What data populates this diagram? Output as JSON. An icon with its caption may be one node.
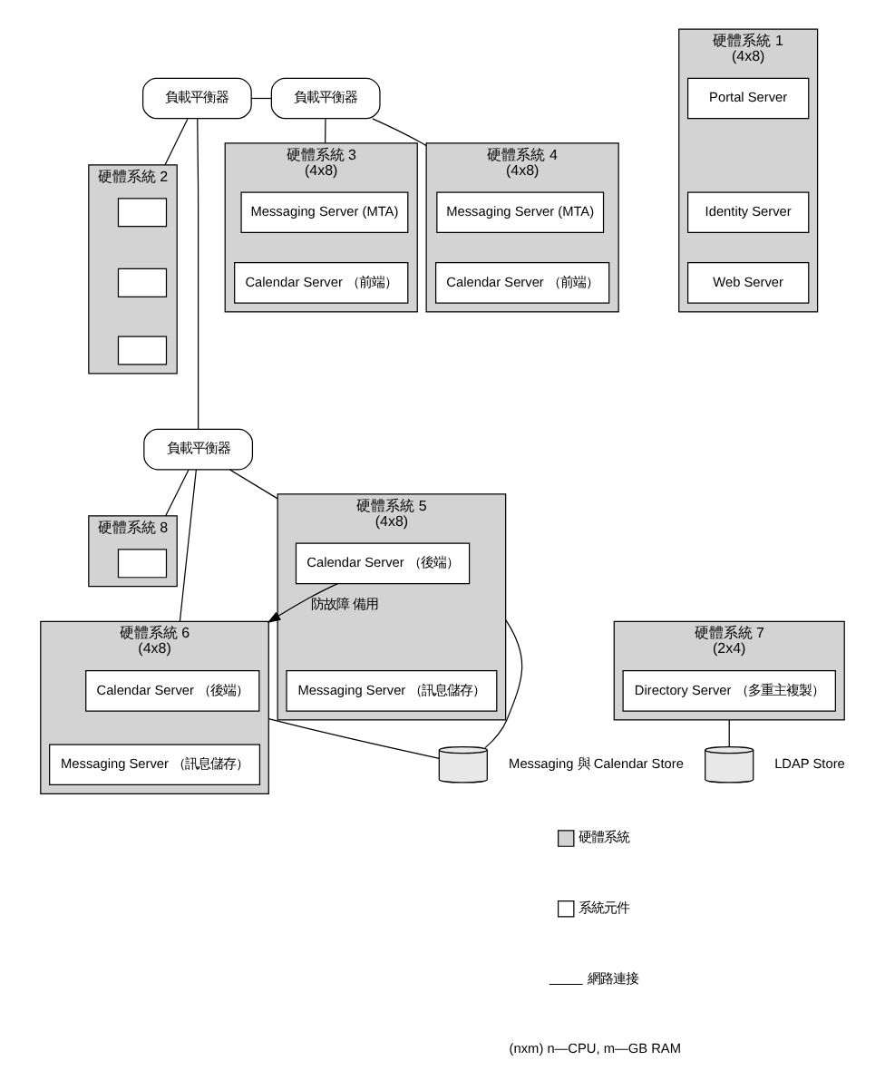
{
  "diagram": {
    "nodes": [
      {
        "text": [
          "負載平衡器"
        ]
      },
      {
        "text": [
          "負載平衡器"
        ]
      },
      {
        "text": [
          "硬體系統 2"
        ]
      },
      {
        "text": [],
        "shape": "box",
        "in": 2
      },
      {
        "text": [],
        "shape": "box",
        "in": 2
      },
      {
        "text": [],
        "shape": "box",
        "in": 2
      },
      {
        "text": [
          "硬體系統 1",
          "(4x8)"
        ]
      },
      {
        "text": [
          "Portal Server"
        ],
        "in": 6
      },
      {
        "text": [
          "Identity Server"
        ],
        "in": 6
      },
      {
        "text": [
          "Web Server"
        ],
        "in": 6
      },
      {
        "text": [
          "硬體系統 3",
          "(4x8)"
        ]
      },
      {
        "text": [
          "Messaging Server (MTA)"
        ],
        "in": 10
      },
      {
        "text": [
          "Calendar Server （前端）"
        ],
        "in": 10
      },
      {
        "text": [
          "硬體系統 4",
          "(4x8)"
        ]
      },
      {
        "text": [
          "Messaging Server (MTA)"
        ],
        "in": 13
      },
      {
        "text": [
          "Calendar Server （前端）"
        ],
        "in": 13
      },
      {
        "text": [
          "負載平衡器"
        ]
      },
      {
        "text": [
          "硬體系統 8"
        ]
      },
      {
        "text": [],
        "shape": "box",
        "in": 17
      },
      {
        "text": [
          "硬體系統 7",
          "(2x4)"
        ]
      },
      {
        "text": [
          "Directory Server （多重主複製）"
        ],
        "in": 19
      },
      {
        "text": [
          "硬體系統 5",
          "(4x8)"
        ]
      },
      {
        "text": [
          "Calendar Server （後端）"
        ],
        "in": 21
      },
      {
        "text": [
          "Messaging Server （訊息儲存）"
        ],
        "in": 21
      },
      {
        "text": [
          "硬體系統 6",
          "(4x8)"
        ]
      },
      {
        "text": [
          "Calendar Server （後端）"
        ],
        "in": 24
      },
      {
        "text": [
          "Messaging Server （訊息儲存）"
        ],
        "in": 24
      },
      {
        "text": [],
        "shape": "cylinder",
        "beside": [
          "LDAP Store"
        ]
      },
      {
        "text": [],
        "shape": "cylinder",
        "beside": [
          "Messaging 與 Calendar Store"
        ]
      }
    ],
    "edges": [
      {
        "from": 0,
        "to": 1,
        "arrow": "none"
      },
      {
        "from": 0,
        "to": 16,
        "arrow": "none"
      },
      {
        "from": 0,
        "to": 2,
        "arrow": "none"
      },
      {
        "from": 1,
        "to": 10,
        "arrow": "none"
      },
      {
        "from": 1,
        "to": 13,
        "arrow": "none"
      },
      {
        "from": 16,
        "to": 17,
        "arrow": "none"
      },
      {
        "from": 16,
        "to": 21,
        "arrow": "none"
      },
      {
        "from": 16,
        "to": 24,
        "arrow": "none"
      },
      {
        "from": 22,
        "to": 24,
        "arrow": "to",
        "label": "防故障 備用"
      },
      {
        "from": 19,
        "to": 27,
        "arrow": "none"
      },
      {
        "from": 21,
        "to": 28,
        "arrow": "none"
      },
      {
        "from": 24,
        "to": 28,
        "arrow": "none"
      }
    ],
    "labels": [
      "(nxm) n—CPU, m—GB RAM"
    ],
    "legend": [
      {
        "text": "硬體系統",
        "color": "#d3d3d3"
      },
      {
        "text": "系統元件",
        "color": "#ffffff"
      },
      {
        "text": "網路連接"
      }
    ]
  }
}
